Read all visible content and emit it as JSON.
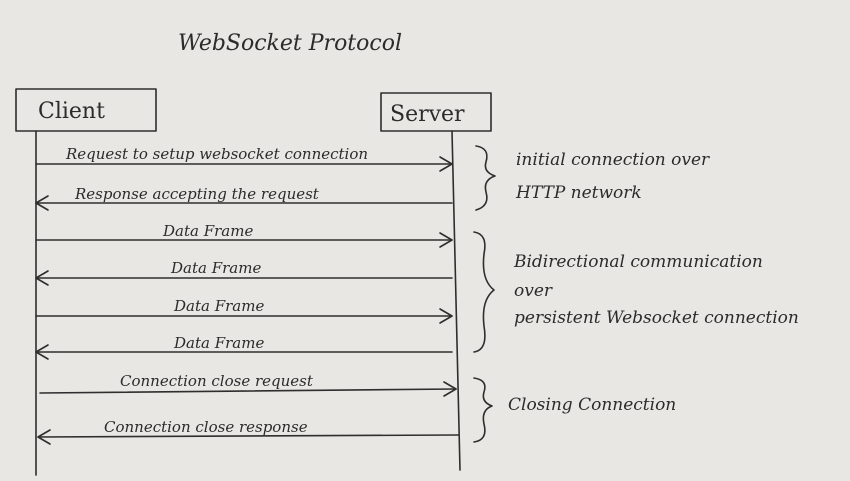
{
  "title": "WebSocket Protocol",
  "actors": {
    "client": "Client",
    "server": "Server"
  },
  "messages": [
    {
      "label": "Request to setup websocket connection",
      "direction": "to-server"
    },
    {
      "label": "Response accepting the request",
      "direction": "to-client"
    },
    {
      "label": "Data Frame",
      "direction": "to-server"
    },
    {
      "label": "Data Frame",
      "direction": "to-client"
    },
    {
      "label": "Data Frame",
      "direction": "to-server"
    },
    {
      "label": "Data Frame",
      "direction": "to-client"
    },
    {
      "label": "Connection close request",
      "direction": "to-server"
    },
    {
      "label": "Connection close response",
      "direction": "to-client"
    }
  ],
  "notes": [
    {
      "lines": [
        "initial connection over",
        "HTTP network"
      ]
    },
    {
      "lines": [
        "Bidirectional communication",
        "over",
        "persistent Websocket connection"
      ]
    },
    {
      "lines": [
        "Closing Connection"
      ]
    }
  ],
  "colors": {
    "ink": "#2e2e2e",
    "paper": "#e9e7e3"
  }
}
